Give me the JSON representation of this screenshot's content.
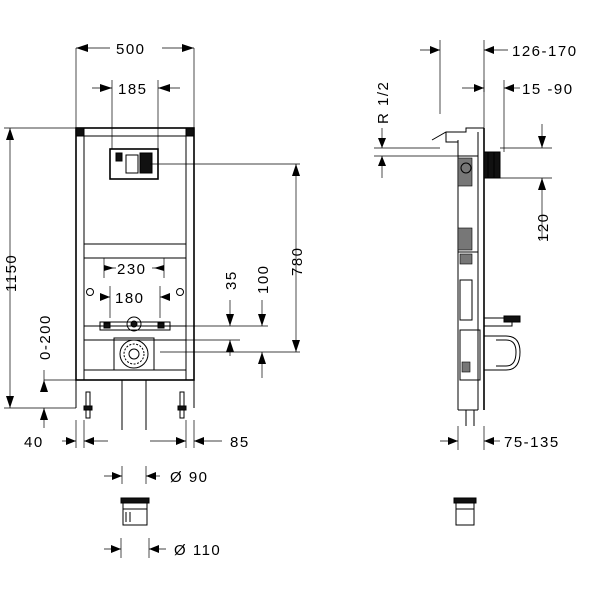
{
  "dimensions": {
    "frame_width": "500",
    "bracket_spacing": "185",
    "total_height": "1150",
    "actuator_height": "780",
    "drain_spacing": "230",
    "inlet_spacing": "180",
    "inlet_offset": "35",
    "drain_height": "100",
    "height_adjust": "0-200",
    "foot_left": "40",
    "foot_right": "85",
    "pipe_90": "Ø 90",
    "pipe_110": "Ø 110",
    "depth_range": "126-170",
    "wall_range": "15 -90",
    "thread": "R 1/2",
    "side_height": "120",
    "side_depth": "75-135"
  }
}
